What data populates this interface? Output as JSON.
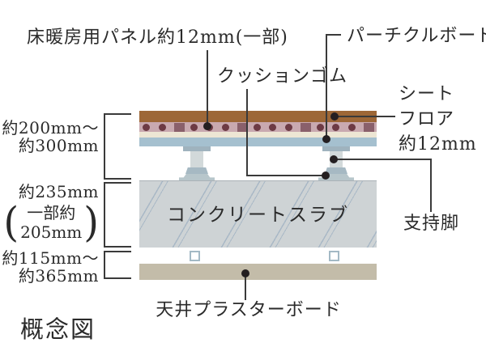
{
  "labels": {
    "floor_heating_panel": "床暖房用パネル約12mm(一部)",
    "particle_board": "パーチクルボード",
    "cushion_rubber": "クッションゴム",
    "sheet_floor_line1": "シート",
    "sheet_floor_line2": "フロア",
    "sheet_floor_line3": "約12mm",
    "support_leg": "支持脚",
    "concrete_slab": "コンクリートスラブ",
    "ceiling_plasterboard": "天井プラスターボード",
    "caption": "概念図"
  },
  "dimensions": {
    "d1_line1": "約200mm〜",
    "d1_line2": "約300mm",
    "d2_main": "約235mm",
    "d2_sub1": "一部約",
    "d2_sub2": "205mm",
    "paren_open": "(",
    "paren_close": ")",
    "d3_line1": "約115mm〜",
    "d3_line2": "約365mm"
  },
  "colors": {
    "sheet_floor_brown": "#9d6737",
    "heating_panel_pink": "#c9a9b0",
    "heating_dot": "#6d3a44",
    "heating_square": "#8a606b",
    "cream": "#ede6d4",
    "particle_blue": "#a5c0cf",
    "leg_cap": "#9fb3be",
    "leg_neck": "#d2d9da",
    "leg_step": "#a6b9c3",
    "leg_base": "#b7c6cb",
    "slab_gray": "#ced3d5",
    "slab_hatch": "#a9b8c6",
    "ceiling_tan": "#c3bca9",
    "hanger_border": "#a3b9c5",
    "line": "#3a3a3a",
    "bullet": "#241f21",
    "text": "#2a2a2a"
  }
}
